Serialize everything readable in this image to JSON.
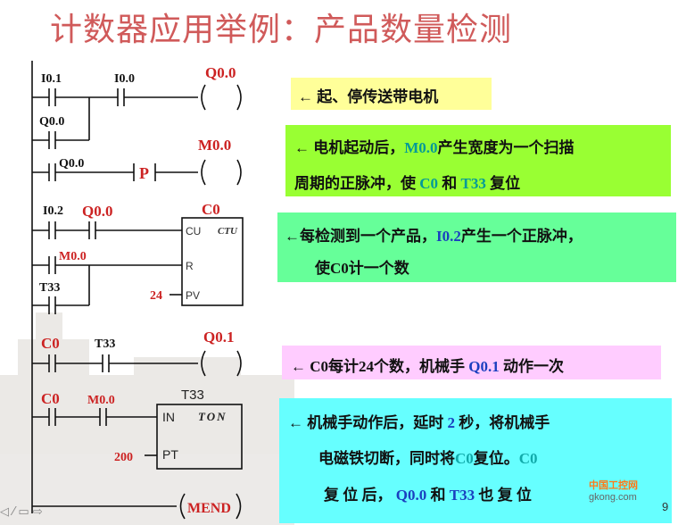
{
  "title": "计数器应用举例：产品数量检测",
  "ladder": {
    "rung1": {
      "contact1": "I0.1",
      "contact2": "I0.0",
      "seal": "Q0.0",
      "coil": "Q0.0"
    },
    "rung2": {
      "contact": "Q0.0",
      "pulse": "P",
      "coil": "M0.0"
    },
    "rung3": {
      "contact1": "I0.2",
      "contact2": "Q0.0",
      "reset1": "M0.0",
      "reset2": "T33",
      "counter": "C0",
      "ctu": "CTU",
      "cu": "CU",
      "r": "R",
      "pv_label": "PV",
      "pv_value": "24"
    },
    "rung4": {
      "contact1": "C0",
      "contact2": "T33",
      "coil": "Q0.1"
    },
    "rung5": {
      "contact1": "C0",
      "contact2": "M0.0",
      "timer": "T33",
      "ton": "TON",
      "in": "IN",
      "pt": "PT",
      "pt_value": "200"
    },
    "end": "MEND"
  },
  "notes": {
    "n1": "← 起、停传送带电机",
    "n2_l1a": "← 电机起动后，",
    "n2_l1b": "M0.0",
    "n2_l1c": "产生宽度为一个扫描",
    "n2_l2a": "周期的正脉冲，使 ",
    "n2_l2b": "C0",
    "n2_l2c": " 和 ",
    "n2_l2d": "T33",
    "n2_l2e": " 复位",
    "n3_l1a": "←每检测到一个产品，",
    "n3_l1b": "I0.2",
    "n3_l1c": "产生一个正脉冲，",
    "n3_l2": "使C0计一个数",
    "n4_a": "← C0每计24个数，机械手 ",
    "n4_b": "Q0.1",
    "n4_c": " 动作一次",
    "n5_l1a": "← 机械手动作后，延时 ",
    "n5_l1b": "2",
    "n5_l1c": " 秒，将机械手",
    "n5_l2a": "电磁铁切断，同时将",
    "n5_l2b": "C0",
    "n5_l2c": "复位。",
    "n5_l2d": "C0",
    "n5_l3a": "复 位 后， ",
    "n5_l3b": "Q0.0",
    "n5_l3c": " 和 ",
    "n5_l3d": "T33",
    "n5_l3e": " 也 复 位"
  },
  "page_number": "9",
  "watermark": "中国工控网",
  "watermark_url": "gkong.com",
  "colors": {
    "title": "#d05a5a",
    "note1_bg": "#ffff99",
    "note2_bg": "#99ff33",
    "note3_bg": "#66ff99",
    "note4_bg": "#ffccff",
    "note5_bg": "#66ffff",
    "label_red": "#cc2222"
  }
}
